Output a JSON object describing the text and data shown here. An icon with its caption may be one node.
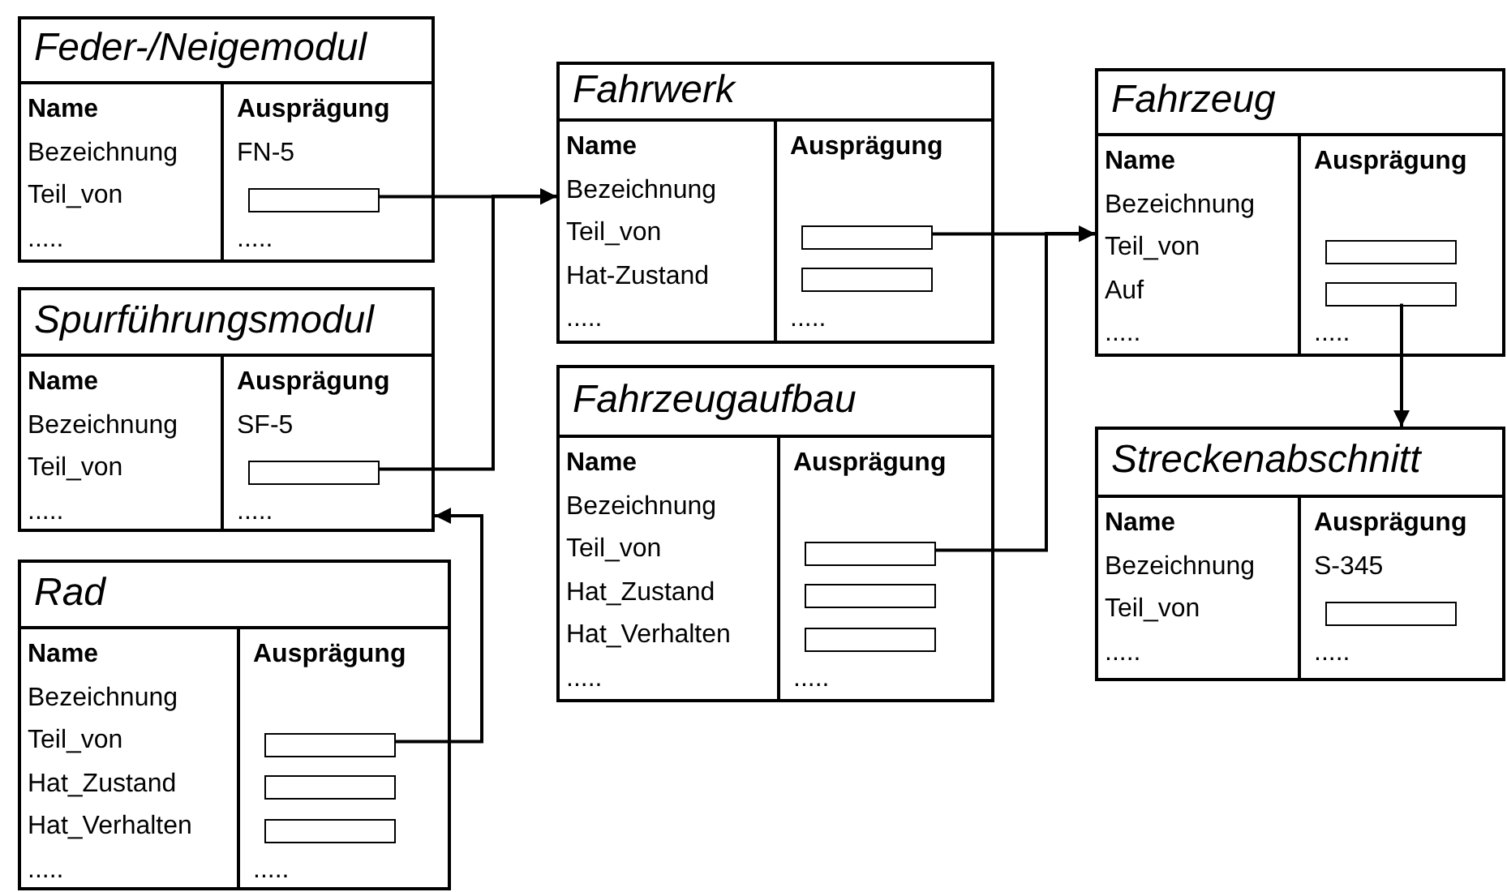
{
  "diagram": {
    "nodes": [
      {
        "text": [
          "Feder-/Neigemodul"
        ]
      },
      {
        "text": [
          "Name",
          "Bezeichnung",
          "Teil_von",
          "....."
        ],
        "in": 0
      },
      {
        "text": [
          "Ausprägung",
          "FN-5",
          "....."
        ],
        "in": 0
      },
      {
        "text": [],
        "shape": "box",
        "in": 2
      },
      {
        "text": [
          "Spurführungsmodul"
        ]
      },
      {
        "text": [
          "Name",
          "Bezeichnung",
          "Teil_von",
          "....."
        ],
        "in": 4
      },
      {
        "text": [
          "Ausprägung",
          "SF-5",
          "....."
        ],
        "in": 4
      },
      {
        "text": [],
        "shape": "box",
        "in": 6
      },
      {
        "text": [
          "Rad"
        ]
      },
      {
        "text": [
          "Name",
          "Bezeichnung",
          "Teil_von",
          "Hat_Zustand",
          "Hat_Verhalten",
          "....."
        ],
        "in": 8
      },
      {
        "text": [
          "Ausprägung",
          "....."
        ],
        "in": 8
      },
      {
        "text": [],
        "shape": "box",
        "in": 10
      },
      {
        "text": [],
        "shape": "box",
        "in": 10
      },
      {
        "text": [],
        "shape": "box",
        "in": 10
      },
      {
        "text": [
          "Fahrwerk"
        ]
      },
      {
        "text": [
          "Name",
          "Bezeichnung",
          "Teil_von",
          "Hat-Zustand",
          "....."
        ],
        "in": 14
      },
      {
        "text": [
          "Ausprägung",
          "....."
        ],
        "in": 14
      },
      {
        "text": [],
        "shape": "box",
        "in": 16
      },
      {
        "text": [],
        "shape": "box",
        "in": 16
      },
      {
        "text": [
          "Fahrzeugaufbau"
        ]
      },
      {
        "text": [
          "Name",
          "Bezeichnung",
          "Teil_von",
          "Hat_Zustand",
          "Hat_Verhalten",
          "....."
        ],
        "in": 19
      },
      {
        "text": [
          "Ausprägung",
          "....."
        ],
        "in": 19
      },
      {
        "text": [],
        "shape": "box",
        "in": 21
      },
      {
        "text": [],
        "shape": "box",
        "in": 21
      },
      {
        "text": [],
        "shape": "box",
        "in": 21
      },
      {
        "text": [
          "Fahrzeug"
        ]
      },
      {
        "text": [
          "Name",
          "Bezeichnung",
          "Teil_von",
          "Auf",
          "....."
        ],
        "in": 25
      },
      {
        "text": [
          "Ausprägung",
          "....."
        ],
        "in": 25
      },
      {
        "text": [],
        "shape": "box",
        "in": 27
      },
      {
        "text": [],
        "shape": "box",
        "in": 27
      },
      {
        "text": [
          "Streckenabschnitt"
        ]
      },
      {
        "text": [
          "Name",
          "Bezeichnung",
          "Teil_von",
          "....."
        ],
        "in": 30
      },
      {
        "text": [
          "Ausprägung",
          "S-345",
          "....."
        ],
        "in": 30
      },
      {
        "text": [],
        "shape": "box",
        "in": 32
      }
    ],
    "edges": [
      {
        "from": 3,
        "to": 14,
        "arrow": "to"
      },
      {
        "from": 7,
        "to": 14,
        "arrow": "to"
      },
      {
        "from": 11,
        "to": 4,
        "arrow": "to"
      },
      {
        "from": 17,
        "to": 25,
        "arrow": "to"
      },
      {
        "from": 22,
        "to": 25,
        "arrow": "to"
      },
      {
        "from": 29,
        "to": 30,
        "arrow": "to"
      }
    ]
  }
}
